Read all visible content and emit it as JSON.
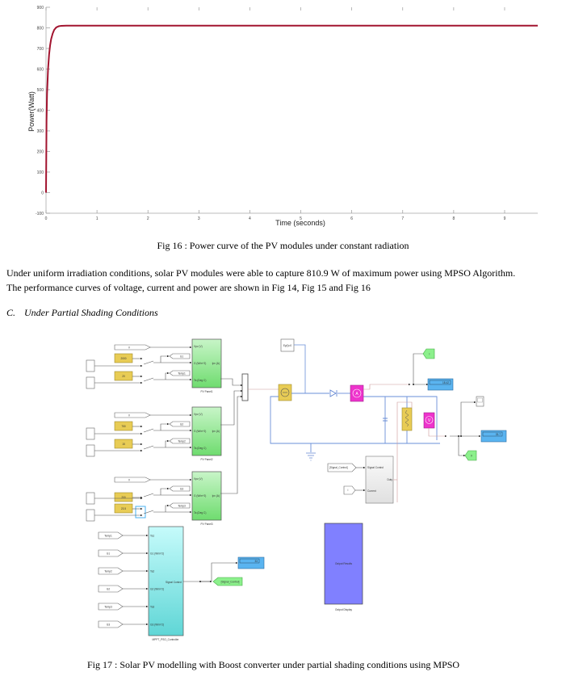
{
  "chart_data": {
    "type": "line",
    "title": "",
    "xlabel": "Time (seconds)",
    "ylabel": "Power(Watt)",
    "xlim": [
      0,
      9.65
    ],
    "ylim": [
      -100,
      900
    ],
    "xticks": [
      0,
      1,
      2,
      3,
      4,
      5,
      6,
      7,
      8,
      9
    ],
    "yticks": [
      -100,
      0,
      100,
      200,
      300,
      400,
      500,
      600,
      700,
      800,
      900
    ],
    "grid": false,
    "legend": null,
    "series": [
      {
        "name": "Power",
        "color": "#a2142f",
        "x": [
          0,
          0.01,
          0.02,
          0.04,
          0.06,
          0.08,
          0.1,
          0.13,
          0.16,
          0.2,
          0.25,
          0.3,
          0.4,
          0.6,
          1,
          2,
          3,
          4,
          5,
          6,
          7,
          8,
          9,
          9.65
        ],
        "y": [
          0,
          350,
          480,
          600,
          670,
          715,
          745,
          772,
          790,
          802,
          808,
          810,
          810.9,
          810.9,
          810.9,
          810.9,
          810.9,
          810.9,
          810.9,
          810.9,
          810.9,
          810.9,
          810.9,
          810.9
        ]
      }
    ]
  },
  "fig16_caption": "Fig 16 : Power curve of the PV modules under constant radiation",
  "paragraph": {
    "line1": "Under uniform irradiation conditions, solar PV modules were able to capture 810.9 W of maximum power using MPSO Algorithm.",
    "line2": "The performance curves of voltage, current and power are shown in Fig 14, Fig 15 and Fig 16"
  },
  "section": {
    "number": "C.",
    "title": "Under Partial Shading Conditions"
  },
  "diagram": {
    "panels": [
      {
        "name": "PV Panel1",
        "irradiance": "2000",
        "temperature": "20",
        "g_tag": "G1",
        "t_tag": "Temp1"
      },
      {
        "name": "PV Panel2",
        "irradiance": "750",
        "temperature": "15",
        "g_tag": "G2",
        "t_tag": "Temp2"
      },
      {
        "name": "PV Panel3",
        "irradiance": "200",
        "temperature": "23.5",
        "g_tag": "G3",
        "t_tag": "Temp3"
      }
    ],
    "port_labels": {
      "vpv": "Vpv (V)",
      "g": "G (W/m^2)",
      "ta": "Ta (Deg C)",
      "ipv": "Ipv (A)"
    },
    "v_from": "V",
    "i_from": "I",
    "v_goto": "V",
    "i_goto": "I",
    "step_block": "Ey(t)=0",
    "current_display": "18.42",
    "voltage_display": "33.7",
    "signal_display": "33",
    "boost_inputs": [
      "Signal Control",
      "Current"
    ],
    "boost_output": "Duty",
    "signal_from": "[Signal_Control]",
    "signal_goto": "[Signal_Control]",
    "controller": {
      "name": "MPPT_PSO_Controller",
      "inputs": [
        "Ta1",
        "G1 (W/m^2)",
        "Ta2",
        "G2 (W/m^2)",
        "Ta3",
        "G3 (W/m^2)"
      ],
      "output": "Signal Control",
      "from_tags": [
        "Temp1",
        "G1",
        "Temp2",
        "G2",
        "Temp3",
        "G3"
      ]
    },
    "output_block": {
      "label": "Output Results",
      "name": "Output Display"
    }
  },
  "fig17_caption": "Fig 17 : Solar PV modelling with Boost converter under partial shading conditions using MPSO"
}
